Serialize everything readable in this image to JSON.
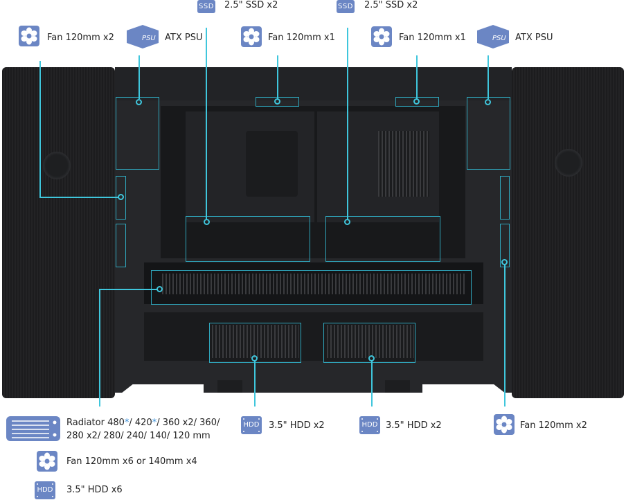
{
  "top_callouts": [
    {
      "id": "fan-left-top",
      "icon": "fan-icon",
      "label": "Fan 120mm x2"
    },
    {
      "id": "psu-left",
      "icon": "psu-icon",
      "label": "ATX PSU"
    },
    {
      "id": "ssd-left",
      "icon": "ssd-icon",
      "icon_text": "SSD",
      "label": "2.5\" SSD x2"
    },
    {
      "id": "fan-top-left",
      "icon": "fan-icon",
      "label": "Fan 120mm x1"
    },
    {
      "id": "ssd-right",
      "icon": "ssd-icon",
      "icon_text": "SSD",
      "label": "2.5\" SSD x2"
    },
    {
      "id": "fan-top-right",
      "icon": "fan-icon",
      "label": "Fan 120mm x1"
    },
    {
      "id": "psu-right",
      "icon": "psu-icon",
      "label": "ATX PSU"
    }
  ],
  "bottom_callouts": [
    {
      "id": "hdd-left",
      "icon": "hdd-icon",
      "icon_text": "HDD",
      "label": "3.5\" HDD x2"
    },
    {
      "id": "hdd-right",
      "icon": "hdd-icon",
      "icon_text": "HDD",
      "label": "3.5\" HDD x2"
    },
    {
      "id": "fan-right-side",
      "icon": "fan-icon",
      "label": "Fan 120mm x2"
    }
  ],
  "legend": {
    "radiator": {
      "icon": "radiator-icon",
      "line1_parts": [
        "Radiator 480",
        "*",
        "/ 420",
        "*",
        "/ 360 x2/ 360/"
      ],
      "line2": "280 x2/ 280/ 240/ 140/ 120 mm"
    },
    "fans": {
      "icon": "fan-icon",
      "label": "Fan 120mm x6 or 140mm x4"
    },
    "hdd": {
      "icon": "hdd-icon",
      "icon_text": "HDD",
      "label": "3.5\" HDD x6"
    }
  },
  "colors": {
    "icon_fill": "#6b86c4",
    "callout_line": "#3fc6dc",
    "zone_border": "#2fa7bd",
    "chassis": "#26272a",
    "asterisk": "#3a8fd8"
  },
  "psu_text": "PSU"
}
